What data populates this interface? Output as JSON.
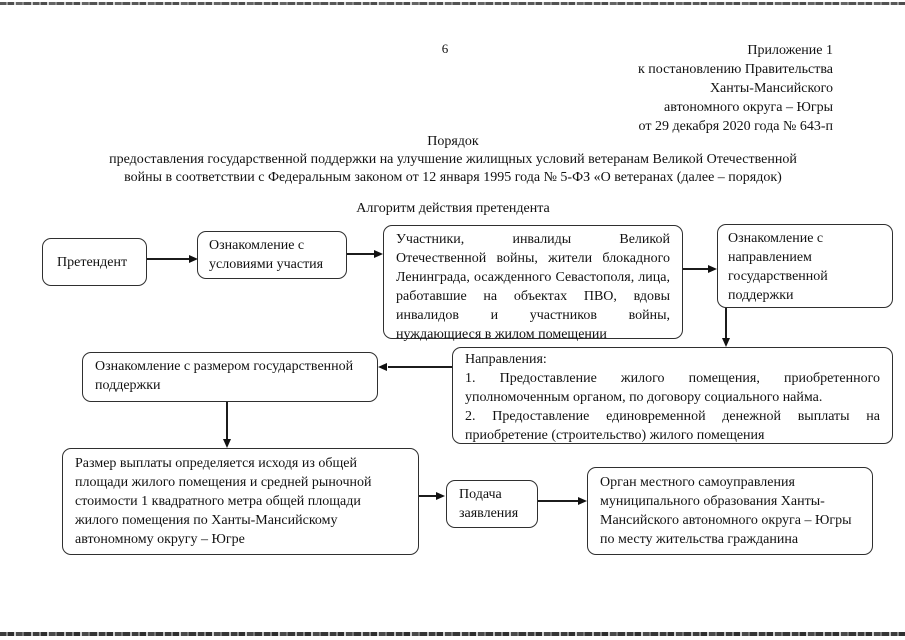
{
  "page": {
    "number": "6",
    "header_lines": [
      "Приложение 1",
      "к постановлению Правительства",
      "Ханты-Мансийского",
      "автономного округа – Югры",
      "от 29 декабря 2020 года № 643-п"
    ],
    "title_line1": "Порядок",
    "title_line2": "предоставления государственной поддержки на улучшение жилищных условий ветеранам Великой Отечественной",
    "title_line3": "войны в соответствии с Федеральным законом от 12 января 1995 года № 5-ФЗ «О ветеранах (далее – порядок)",
    "subtitle": "Алгоритм действия претендента"
  },
  "flowchart": {
    "pretendent": "Претендент",
    "terms": "Ознакомление с условиями участия",
    "participants": "Участники, инвалиды Великой Отечественной войны, жители блокадного Ленинграда, осажденного Севастополя, лица, работавшие на объектах ПВО, вдовы инвалидов и участников войны, нуждающиеся в жилом помещении",
    "direction_info": "Ознакомление с направлением государственной поддержки",
    "directions_heading": "Направления:",
    "directions_item1": "1. Предоставление жилого помещения, приобретенного уполномоченным органом, по договору социального найма.",
    "directions_item2": "2. Предоставление единовременной денежной выплаты на приобретение (строительство) жилого помещения",
    "amount_info": "Ознакомление с размером государственной поддержки",
    "amount_rule": "Размер выплаты определяется исходя из общей площади жилого помещения и средней рыночной стоимости 1 квадратного метра общей площади жилого помещения по Ханты-Мансийскому автономному округу – Югре",
    "application": "Подача заявления",
    "authority": "Орган местного самоуправления муниципального образования Ханты-Мансийского автономного округа – Югры по месту жительства гражданина"
  },
  "colors": {
    "text": "#111111",
    "box_border": "#2f2f2f",
    "background": "#ffffff"
  }
}
